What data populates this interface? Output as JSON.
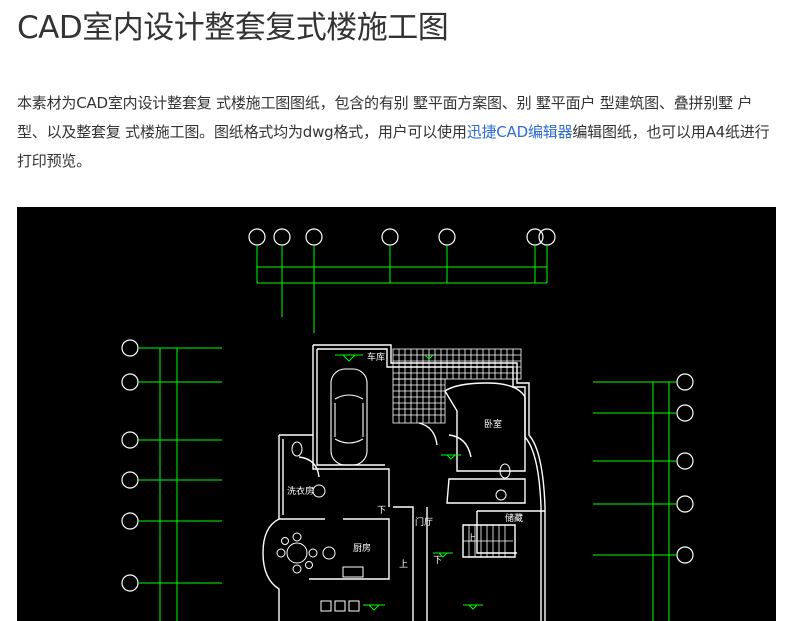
{
  "article": {
    "title": "CAD室内设计整套复式楼施工图",
    "intro_before_link": "本素材为CAD室内设计整套复 式楼施工图图纸，包含的有别 墅平面方案图、别 墅平面户 型建筑图、叠拼别墅 户 型、以及整套复 式楼施工图。图纸格式均为dwg格式，用户可以使用",
    "link_text": "迅捷CAD编辑器",
    "intro_after_link": "编辑图纸，也可以用A4纸进行打印预览。"
  },
  "colors": {
    "text": "#333333",
    "link": "#2d6bd6",
    "drawing_background": "#000000",
    "wall": "#ffffff",
    "dimension": "#00ff00"
  },
  "floor_plan": {
    "rooms": {
      "garage": "车库",
      "bedroom": "卧室",
      "laundry": "洗衣房",
      "foyer": "门厅",
      "storage": "储藏",
      "kitchen": "厨房"
    },
    "marks": {
      "up": "上",
      "down": "下"
    }
  }
}
